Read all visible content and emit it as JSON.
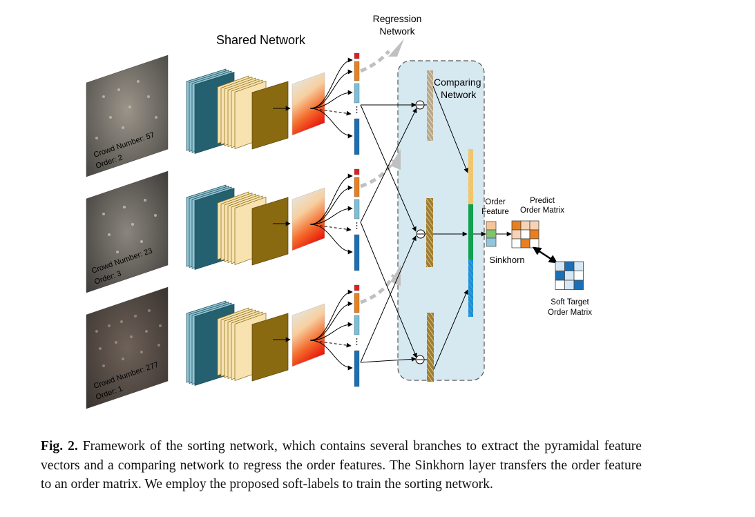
{
  "labels": {
    "shared_network": "Shared Network",
    "regression_network": [
      "Regression",
      "Network"
    ],
    "comparing_network": [
      "Comparing",
      "Network"
    ],
    "order_feature": [
      "Order",
      "Feature"
    ],
    "sinkhorn": "Sinkhorn",
    "predict_matrix": [
      "Predict",
      "Order Matrix"
    ],
    "soft_target": [
      "Soft Target",
      "Order Matrix"
    ]
  },
  "images": [
    {
      "crowd": "Crowd Number: 57",
      "order": "Order: 2"
    },
    {
      "crowd": "Crowd Number: 23",
      "order": "Order: 3"
    },
    {
      "crowd": "Crowd Number: 277",
      "order": "Order: 1"
    }
  ],
  "caption": {
    "label": "Fig. 2.",
    "text": "Framework of the sorting network, which contains several branches to extract the pyramidal feature vectors and a comparing network to regress the order features. The Sinkhorn layer transfers the order feature to an order matrix. We employ the proposed soft-labels to train the sorting network."
  },
  "colors": {
    "conv_teal": "#2e6b7e",
    "conv_gold": "#8a6a10",
    "comparing_bg": "#d6e8f0",
    "orange": "#e8801f",
    "blue": "#1a6fb5"
  }
}
